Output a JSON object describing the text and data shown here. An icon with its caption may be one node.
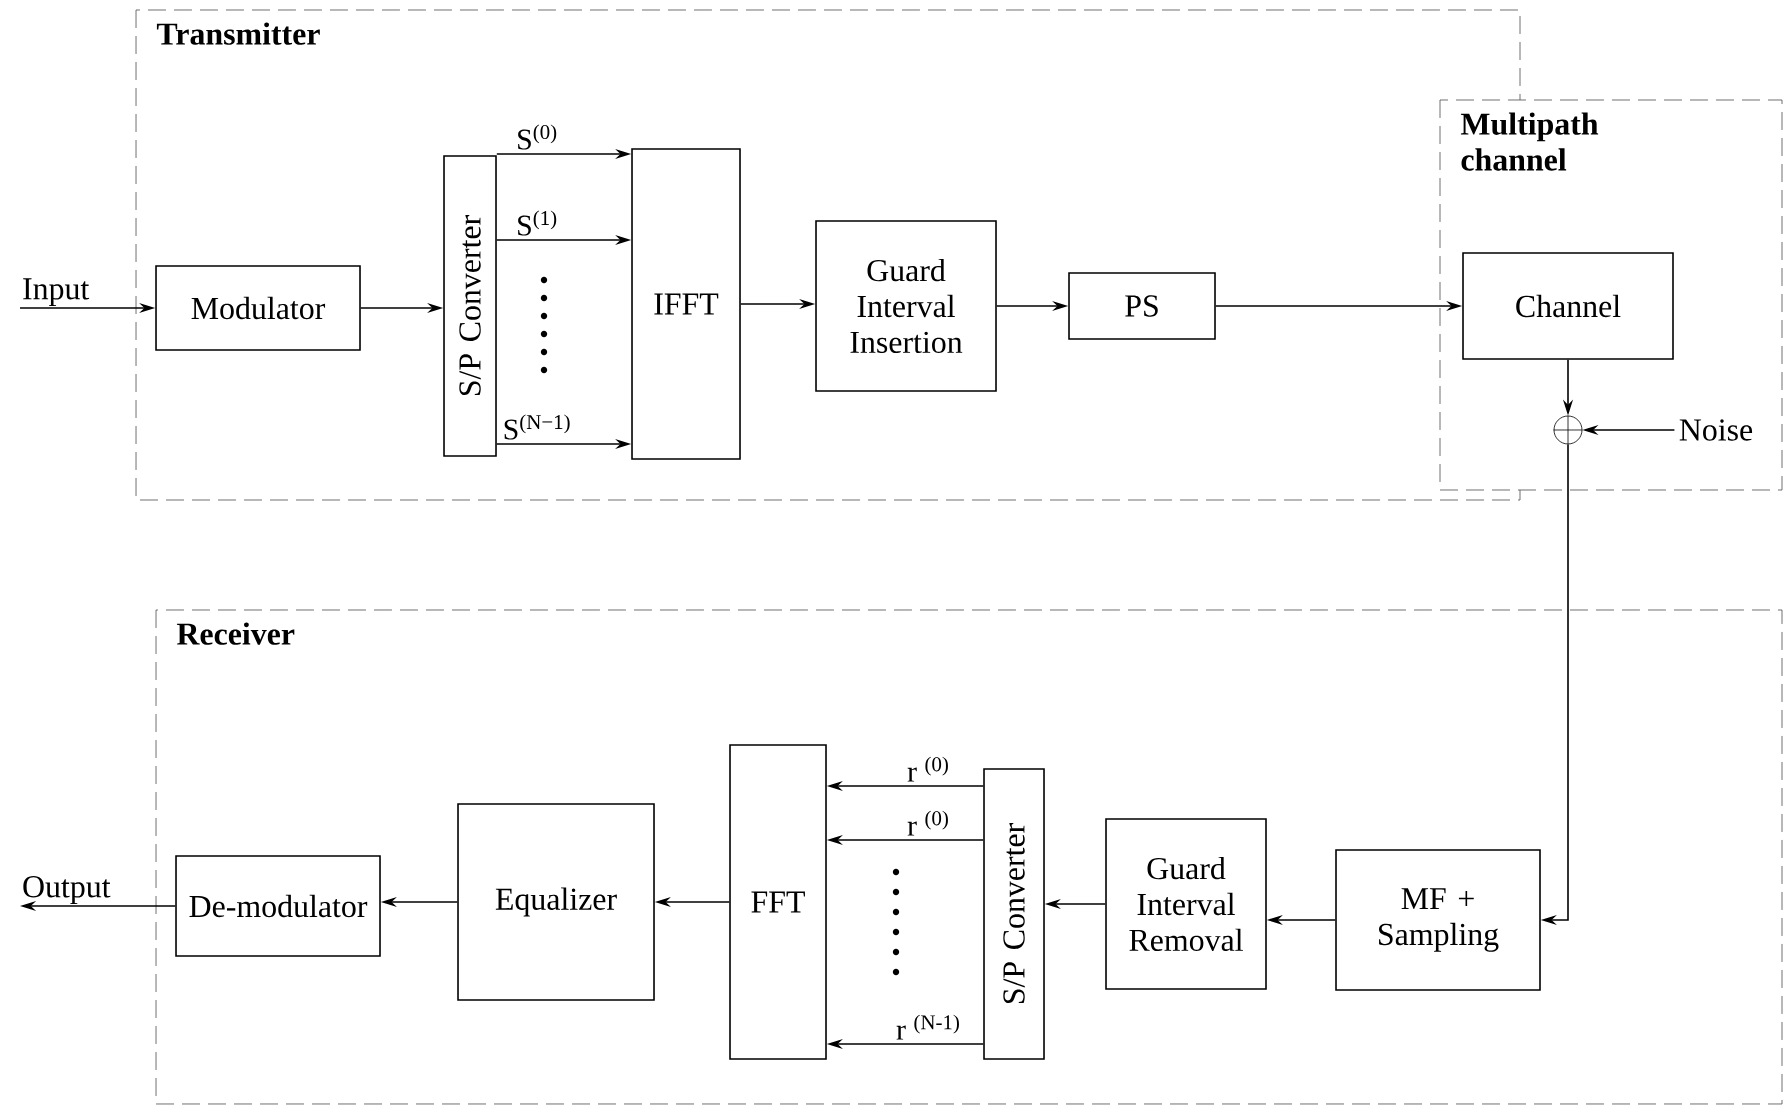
{
  "diagram": {
    "nodes": [
      {
        "text": [
          "Input"
        ]
      },
      {
        "text": [
          "Transmitter"
        ]
      },
      {
        "text": [
          "Modulator"
        ],
        "in": 1
      },
      {
        "text": [
          "S/P Converter"
        ],
        "in": 1
      },
      {
        "text": [
          "IFFT"
        ],
        "in": 1
      },
      {
        "text": [
          "Guard Interval Insertion"
        ],
        "in": 1
      },
      {
        "text": [
          "PS"
        ],
        "in": 1
      },
      {
        "text": [
          "Multipath channel"
        ]
      },
      {
        "text": [
          "Channel"
        ],
        "in": 7
      },
      {
        "text": [],
        "shape": "circle",
        "in": 7
      },
      {
        "text": [
          "Noise"
        ],
        "in": 7
      },
      {
        "text": [
          "Receiver"
        ]
      },
      {
        "text": [
          "MF + Sampling"
        ],
        "in": 11
      },
      {
        "text": [
          "Guard Interval Removal"
        ],
        "in": 11
      },
      {
        "text": [
          "S/P Converter"
        ],
        "in": 11
      },
      {
        "text": [
          "FFT"
        ],
        "in": 11
      },
      {
        "text": [
          "Equalizer"
        ],
        "in": 11
      },
      {
        "text": [
          "De-modulator"
        ],
        "in": 11
      },
      {
        "text": [
          "Output"
        ]
      }
    ],
    "edges": [
      {
        "from": 0,
        "to": 2,
        "arrow": "to"
      },
      {
        "from": 2,
        "to": 3,
        "arrow": "to"
      },
      {
        "from": 3,
        "to": 4,
        "arrow": "to",
        "label": "S$^{(0)}$"
      },
      {
        "from": 3,
        "to": 4,
        "arrow": "to",
        "label": "S$^{(1)}$"
      },
      {
        "from": 3,
        "to": 4,
        "arrow": "to",
        "label": "S$^{(N−1)}$"
      },
      {
        "from": 4,
        "to": 5,
        "arrow": "to"
      },
      {
        "from": 5,
        "to": 6,
        "arrow": "to"
      },
      {
        "from": 6,
        "to": 8,
        "arrow": "to"
      },
      {
        "from": 8,
        "to": 9,
        "arrow": "to"
      },
      {
        "from": 10,
        "to": 9,
        "arrow": "to"
      },
      {
        "from": 9,
        "to": 12,
        "arrow": "to"
      },
      {
        "from": 12,
        "to": 13,
        "arrow": "to"
      },
      {
        "from": 13,
        "to": 14,
        "arrow": "to"
      },
      {
        "from": 14,
        "to": 15,
        "arrow": "to",
        "label": "r $^{(0)}$"
      },
      {
        "from": 14,
        "to": 15,
        "arrow": "to",
        "label": "r $^{(0)}$"
      },
      {
        "from": 14,
        "to": 15,
        "arrow": "to",
        "label": "r $^{(N-1)}$"
      },
      {
        "from": 15,
        "to": 16,
        "arrow": "to"
      },
      {
        "from": 16,
        "to": 17,
        "arrow": "to"
      },
      {
        "from": 17,
        "to": 18,
        "arrow": "to"
      }
    ]
  }
}
